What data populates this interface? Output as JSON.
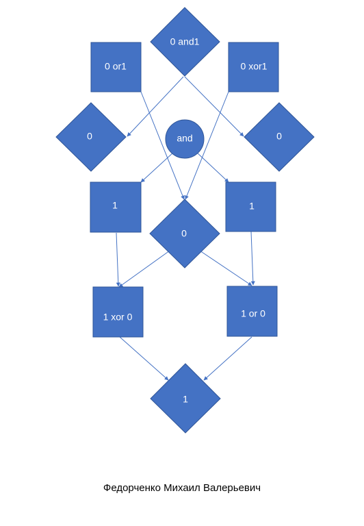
{
  "diagram": {
    "nodes": {
      "top_diamond": "0 and1",
      "top_left_box": "0 or1",
      "top_right_box": "0 xor1",
      "mid_left_diamond": "0",
      "center_circle": "and",
      "mid_right_diamond": "0",
      "left_box": "1",
      "right_box": "1",
      "center_diamond": "0",
      "lower_left_box": "1 xor 0",
      "lower_right_box": "1 or 0",
      "bottom_diamond": "1"
    }
  },
  "author": "Федорченко Михаил Валерьевич",
  "colors": {
    "shape_fill": "#4472C4",
    "shape_border": "#2F5597",
    "edge": "#4472C4",
    "label": "#ffffff"
  }
}
